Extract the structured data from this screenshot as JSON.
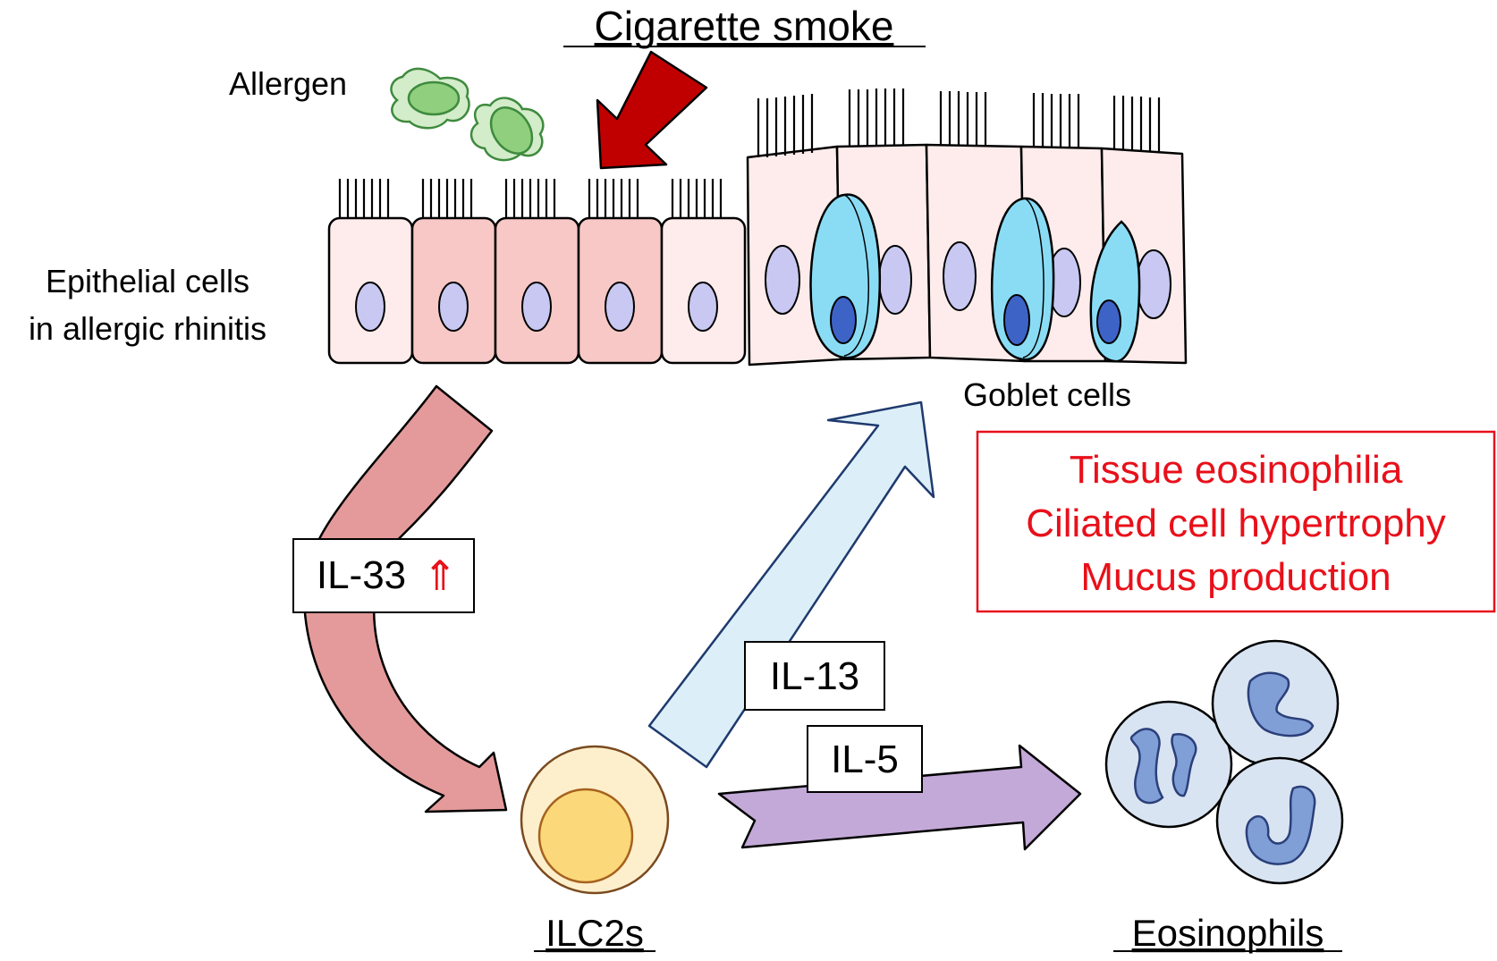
{
  "title": "Cigarette smoke",
  "labels": {
    "allergen": "Allergen",
    "epithelial_line1": "Epithelial cells",
    "epithelial_line2": "in allergic rhinitis",
    "goblet": "Goblet cells",
    "ilc2s": "ILC2s",
    "eosinophils": "Eosinophils"
  },
  "cytokines": {
    "il33": "IL-33",
    "il33_arrow": "⇑",
    "il13": "IL-13",
    "il5": "IL-5"
  },
  "effects": [
    "Tissue eosinophilia",
    "Ciliated cell hypertrophy",
    "Mucus production"
  ],
  "colors": {
    "smoke_arrow": "#c00000",
    "il33_arrow": "#e49a9a",
    "il13_arrow": "#dceff9",
    "il5_arrow": "#c3a9d8",
    "effect_text": "#e8101a",
    "goblet": "#8adcf5",
    "nucleus": "#c9c8f2",
    "eosinophil": "#d9e4f2",
    "ilc2_outer": "#fdefcc",
    "ilc2_inner": "#fbd87a"
  }
}
